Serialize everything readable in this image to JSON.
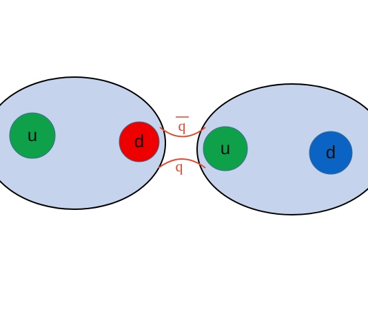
{
  "diagram": {
    "left_hadron": {
      "fill": "#c5d3ec",
      "stroke": "#000000",
      "quarks": [
        {
          "label": "u",
          "color": "#0fa14a"
        },
        {
          "label": "d",
          "color": "#ee0000"
        }
      ]
    },
    "right_hadron": {
      "fill": "#c5d3ec",
      "stroke": "#000000",
      "quarks": [
        {
          "label": "u",
          "color": "#0fa14a"
        },
        {
          "label": "d",
          "color": "#0b63c4"
        }
      ]
    },
    "string": {
      "color": "#e8452a",
      "antiquark_label": "q",
      "quark_label": "q"
    }
  }
}
